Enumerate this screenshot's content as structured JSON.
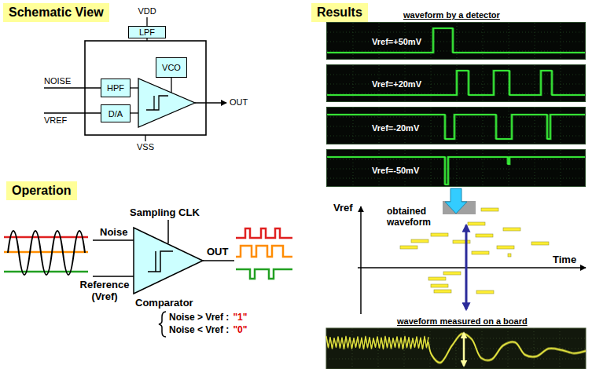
{
  "diagram": {
    "nodes": [
      {
        "text": [
          "Schematic View"
        ]
      },
      {
        "text": [
          "LPF"
        ]
      },
      {
        "text": [
          "VCO"
        ]
      },
      {
        "text": [
          "HPF"
        ]
      },
      {
        "text": [
          "D/A"
        ]
      },
      {
        "text": [
          "Results"
        ]
      },
      {
        "text": [
          "Vref=+50mV"
        ]
      },
      {
        "text": [
          "Vref=+20mV"
        ]
      },
      {
        "text": [
          "Vref=-20mV"
        ]
      },
      {
        "text": [
          "Vref=-50mV"
        ]
      },
      {
        "text": [
          "Operation"
        ]
      }
    ],
    "labels": [
      "VDD",
      "NOISE",
      "VREF",
      "OUT",
      "VSS",
      "waveform by a detector",
      "Noise",
      "Sampling CLK",
      "OUT",
      "Reference (Vref)",
      "Comparator",
      "Noise > Vref :",
      "\"1\"",
      "Noise < Vref :",
      "\"0\"",
      "Vref",
      "obtained waveform",
      "Time",
      "waveform measured on a board"
    ]
  }
}
